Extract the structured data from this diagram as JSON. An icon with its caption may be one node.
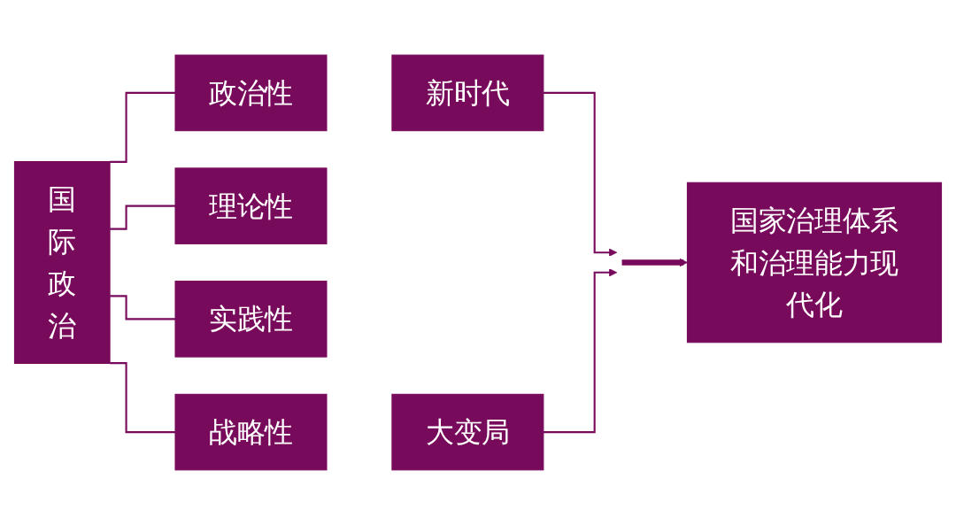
{
  "diagram": {
    "nodes": [
      {
        "text": [
          "国际政治"
        ]
      },
      {
        "text": [
          "政治性"
        ]
      },
      {
        "text": [
          "理论性"
        ]
      },
      {
        "text": [
          "实践性"
        ]
      },
      {
        "text": [
          "战略性"
        ]
      },
      {
        "text": [
          "新时代"
        ]
      },
      {
        "text": [
          "大变局"
        ]
      },
      {
        "text": [
          "国家治理体系和治理能力现代化"
        ]
      }
    ],
    "edges": [
      {
        "from": 0,
        "to": 1,
        "arrow": "none"
      },
      {
        "from": 0,
        "to": 2,
        "arrow": "none"
      },
      {
        "from": 0,
        "to": 3,
        "arrow": "none"
      },
      {
        "from": 0,
        "to": 4,
        "arrow": "none"
      },
      {
        "from": 5,
        "to": null,
        "arrow": "to"
      },
      {
        "from": 6,
        "to": null,
        "arrow": "to"
      },
      {
        "from": null,
        "to": 7,
        "arrow": "to",
        "style": "thick"
      }
    ]
  }
}
